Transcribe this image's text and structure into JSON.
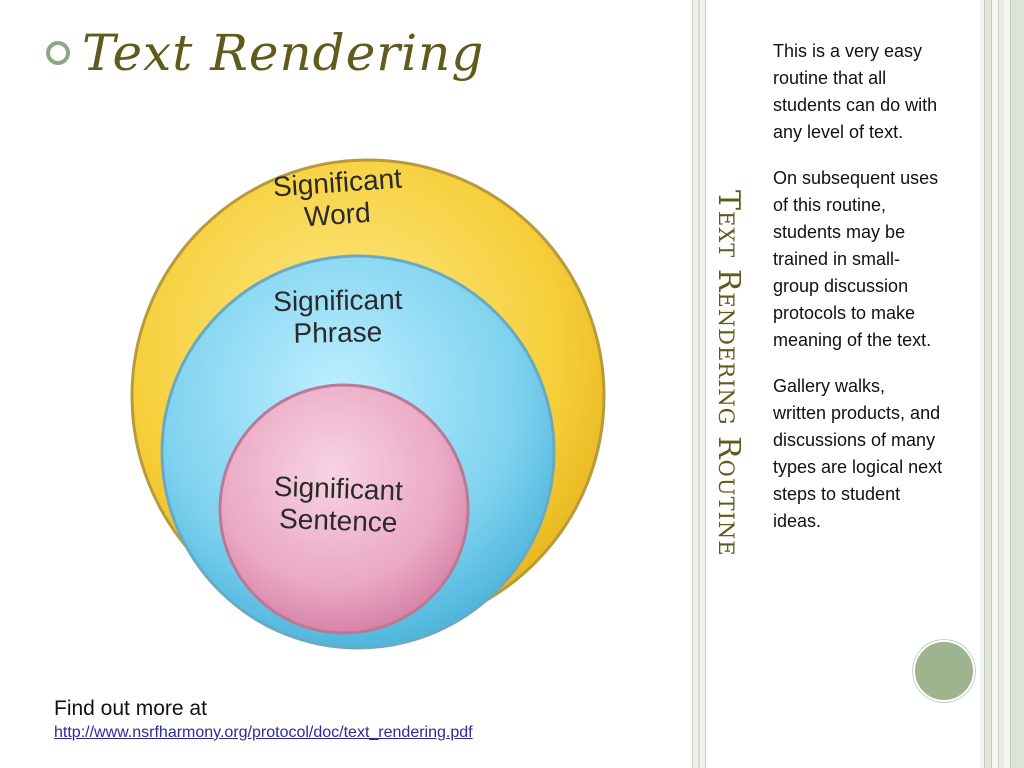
{
  "title": "Text Rendering",
  "diagram": {
    "outer": {
      "line1": "Significant",
      "line2": "Word",
      "color": "#f4c92e"
    },
    "middle": {
      "line1": "Significant",
      "line2": "Phrase",
      "color": "#7fd2ef"
    },
    "inner": {
      "line1": "Significant",
      "line2": "Sentence",
      "color": "#eaa9c4"
    }
  },
  "footer": {
    "label": "Find out more at",
    "link": "http://www.nsrfharmony.org/protocol/doc/text_rendering.pdf"
  },
  "side": {
    "vertical_title": "Text Rendering Routine",
    "paragraphs": [
      "This is a very easy routine that all students can do with any level of text.",
      "On subsequent uses of this routine, students may be trained in small-group discussion protocols to make meaning of the text.",
      "Gallery walks, written products, and discussions of many types are logical next steps to student ideas."
    ]
  },
  "colors": {
    "accent": "#5f5b1c",
    "sage": "#9db58e"
  }
}
